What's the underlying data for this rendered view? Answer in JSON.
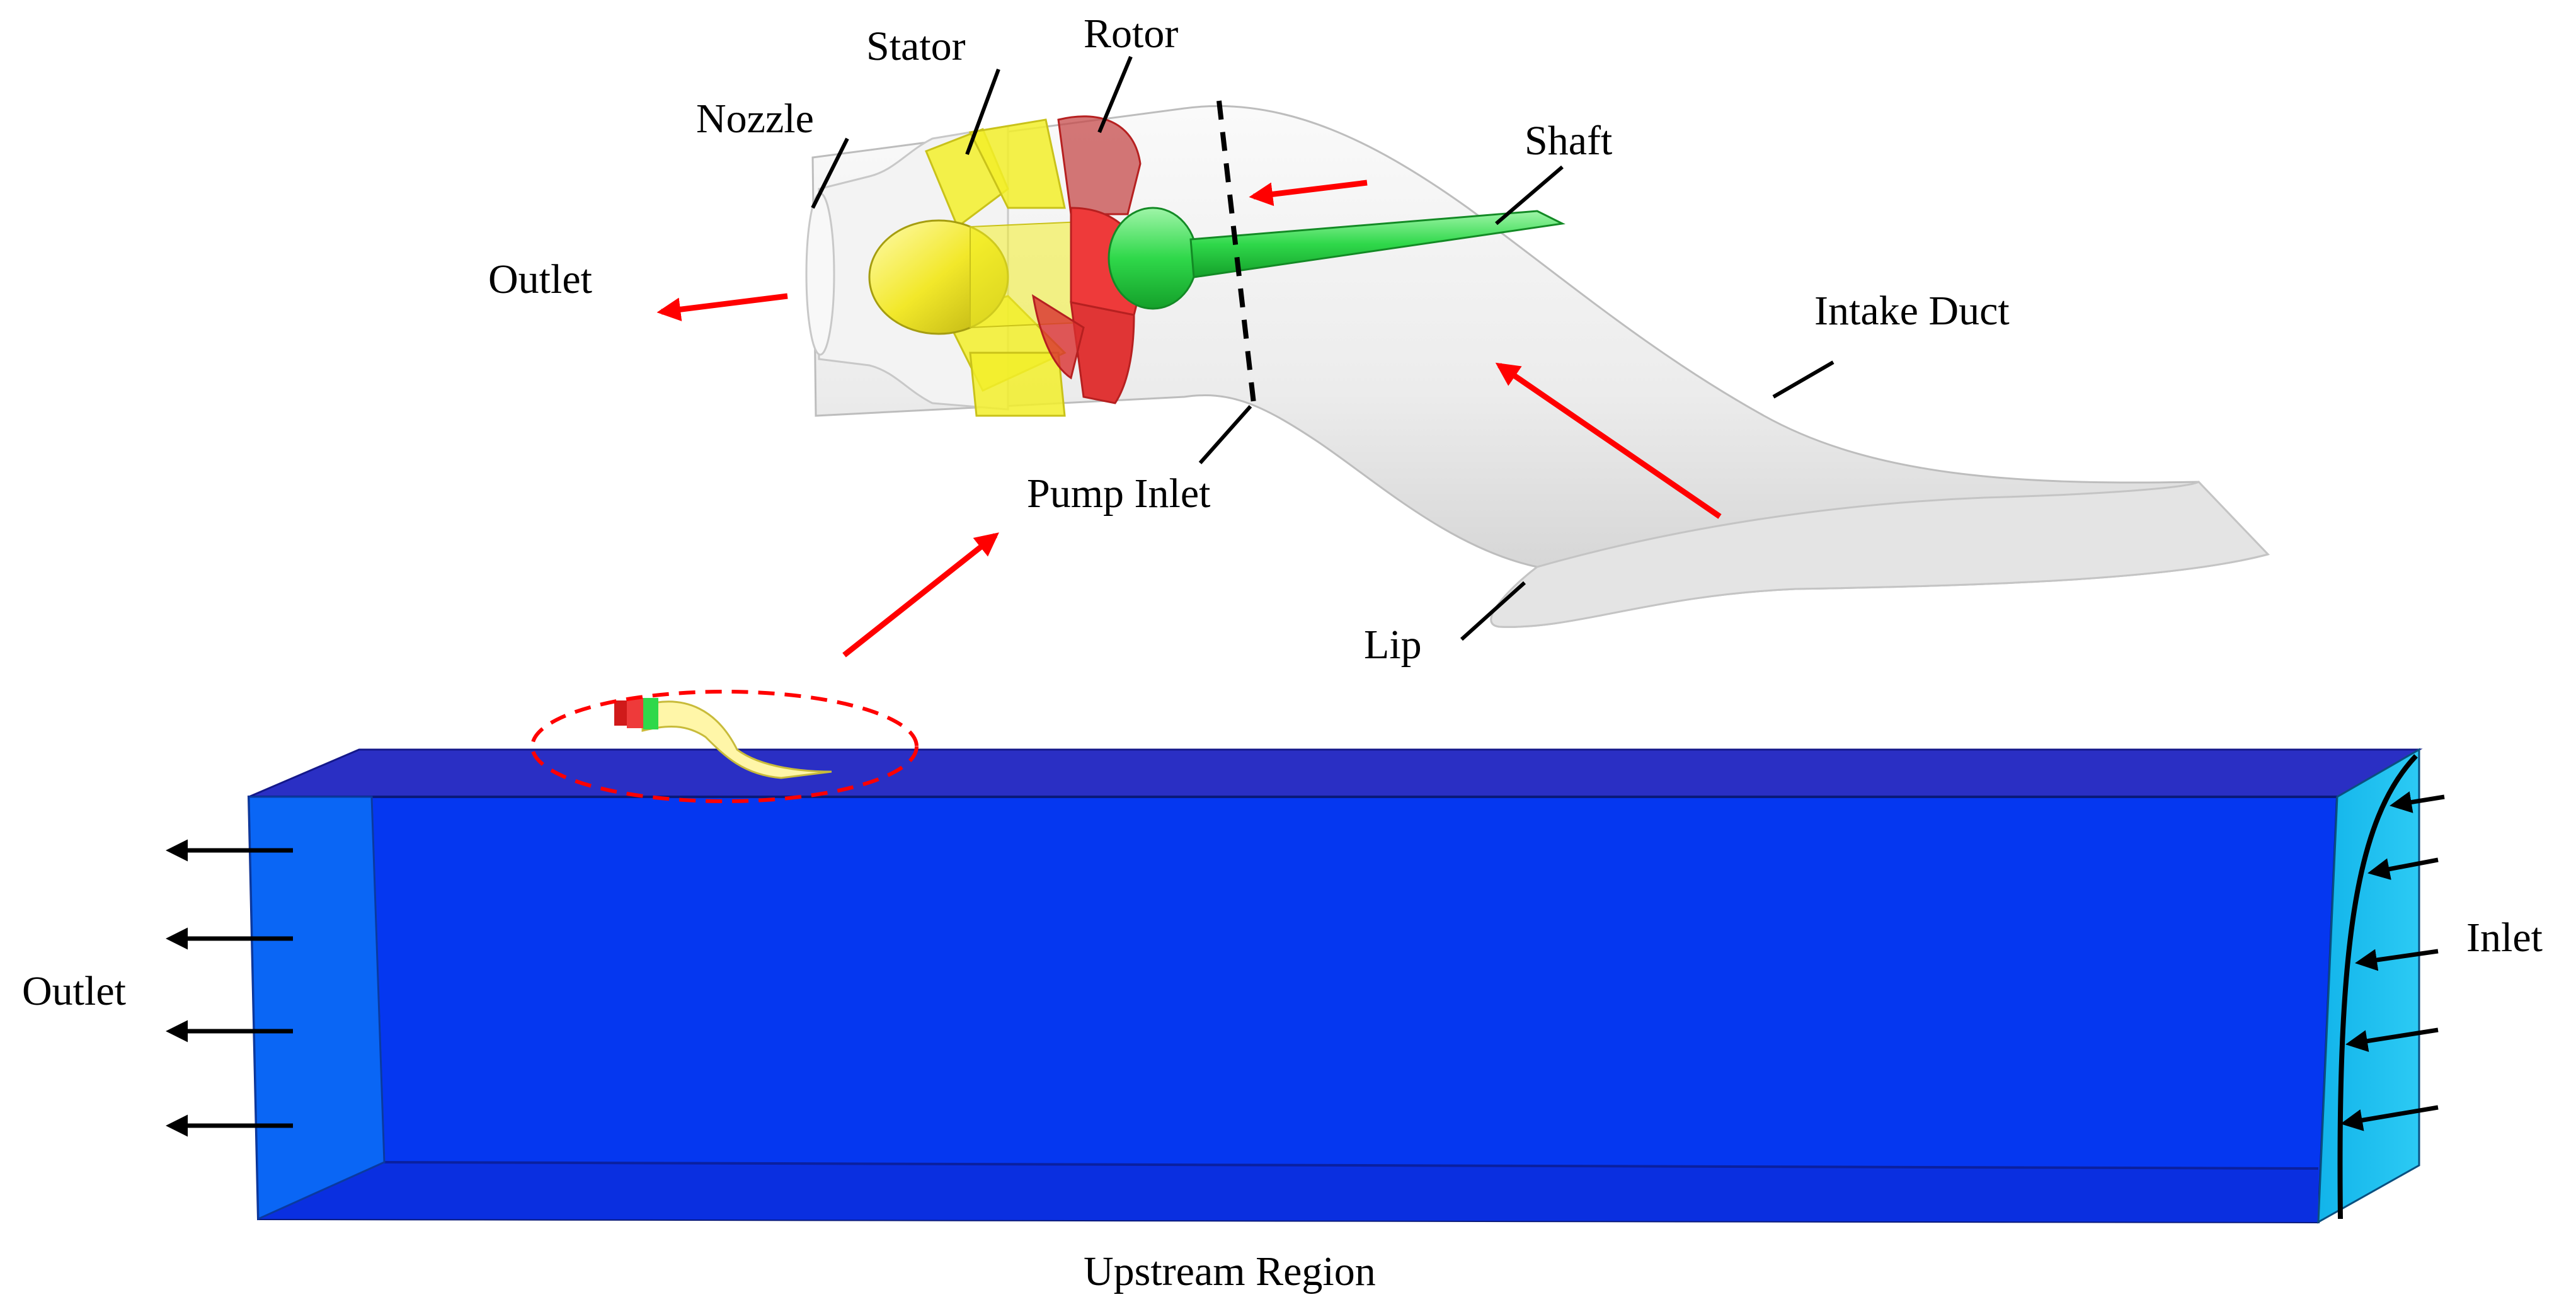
{
  "labels": {
    "nozzle": "Nozzle",
    "stator": "Stator",
    "rotor": "Rotor",
    "shaft": "Shaft",
    "outlet_top": "Outlet",
    "intake_duct": "Intake Duct",
    "pump_inlet": "Pump Inlet",
    "lip": "Lip",
    "outlet_bottom": "Outlet",
    "inlet": "Inlet",
    "upstream_region": "Upstream Region"
  },
  "colors": {
    "domain_top": "#2a2fc4",
    "domain_front": "#0537f0",
    "domain_outlet_face": "#0a66f5",
    "domain_inlet_face": "#1cc4f2",
    "duct_body": "#eeeeee",
    "stator": "#f2ef2a",
    "rotor": "#ee3a3a",
    "shaft": "#2fd84a",
    "flow_arrow": "#ff0000",
    "boundary_arrow": "#000000"
  }
}
